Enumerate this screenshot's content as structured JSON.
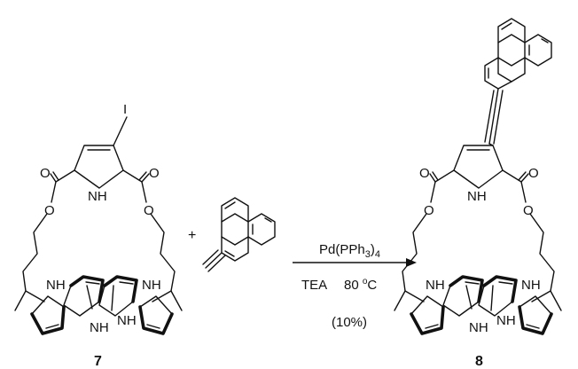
{
  "compound_start": {
    "number": "7",
    "substituent_atom": "I",
    "carbonyl_o_left": "O",
    "carbonyl_o_right": "O",
    "ester_o_left": "O",
    "ester_o_right": "O",
    "top_pyrrole_nh": "NH",
    "calix_nh_labels": [
      "NH",
      "NH",
      "NH",
      "NH"
    ]
  },
  "plus_sign": "+",
  "reaction": {
    "catalyst": "Pd(PPh",
    "catalyst_sub": "3",
    "catalyst_tail": ")",
    "catalyst_sub2": "4",
    "base": "TEA",
    "temperature": "80 ",
    "temperature_sup": "o",
    "temperature_unit": "C",
    "yield": "(10%)"
  },
  "compound_product": {
    "number": "8",
    "carbonyl_o_left": "O",
    "carbonyl_o_right": "O",
    "ester_o_left": "O",
    "ester_o_right": "O",
    "top_pyrrole_nh": "NH",
    "calix_nh_labels": [
      "NH",
      "NH",
      "NH",
      "NH"
    ]
  }
}
